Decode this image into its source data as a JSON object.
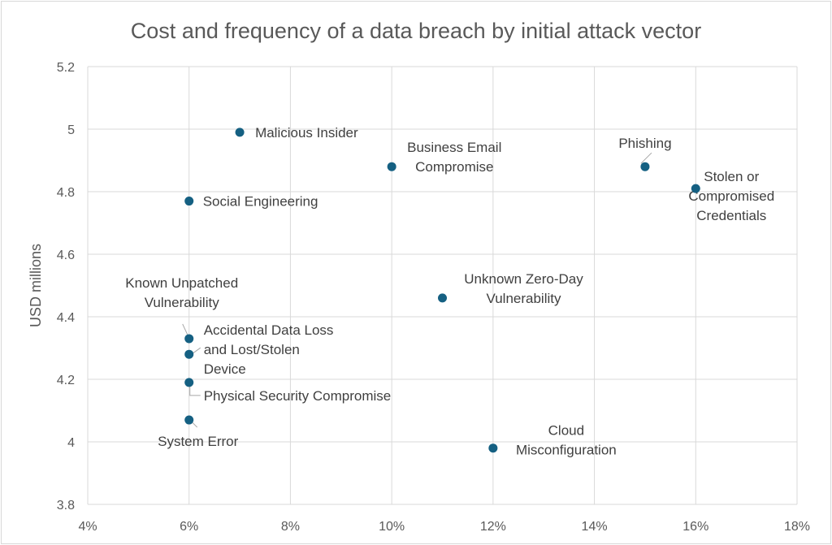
{
  "chart_data": {
    "type": "scatter",
    "title": "Cost and frequency of a data breach by initial attack vector",
    "xlabel": "",
    "ylabel": "USD millions",
    "xlim": [
      0.04,
      0.18
    ],
    "ylim": [
      3.8,
      5.2
    ],
    "x_ticks": [
      0.04,
      0.06,
      0.08,
      0.1,
      0.12,
      0.14,
      0.16,
      0.18
    ],
    "x_tick_labels": [
      "4%",
      "6%",
      "8%",
      "10%",
      "12%",
      "14%",
      "16%",
      "18%"
    ],
    "y_ticks": [
      3.8,
      4.0,
      4.2,
      4.4,
      4.6,
      4.8,
      5.0,
      5.2
    ],
    "y_tick_labels": [
      "3.8",
      "4",
      "4.2",
      "4.4",
      "4.6",
      "4.8",
      "5",
      "5.2"
    ],
    "grid": true,
    "color": "#156082",
    "points": [
      {
        "label": [
          "Malicious Insider"
        ],
        "x": 0.07,
        "y": 4.99
      },
      {
        "label": [
          "Business Email",
          "Compromise"
        ],
        "x": 0.1,
        "y": 4.88
      },
      {
        "label": [
          "Phishing"
        ],
        "x": 0.15,
        "y": 4.88
      },
      {
        "label": [
          "Stolen or",
          "Compromised",
          "Credentials"
        ],
        "x": 0.16,
        "y": 4.81
      },
      {
        "label": [
          "Social Engineering"
        ],
        "x": 0.06,
        "y": 4.77
      },
      {
        "label": [
          "Unknown Zero-Day",
          "Vulnerability"
        ],
        "x": 0.11,
        "y": 4.46
      },
      {
        "label": [
          "Known Unpatched",
          "Vulnerability"
        ],
        "x": 0.06,
        "y": 4.33
      },
      {
        "label": [
          "Accidental Data Loss",
          "and Lost/Stolen",
          "Device"
        ],
        "x": 0.06,
        "y": 4.28
      },
      {
        "label": [
          "Physical Security Compromise"
        ],
        "x": 0.06,
        "y": 4.19
      },
      {
        "label": [
          "System Error"
        ],
        "x": 0.06,
        "y": 4.07
      },
      {
        "label": [
          "Cloud",
          "Misconfiguration"
        ],
        "x": 0.12,
        "y": 3.98
      }
    ]
  }
}
